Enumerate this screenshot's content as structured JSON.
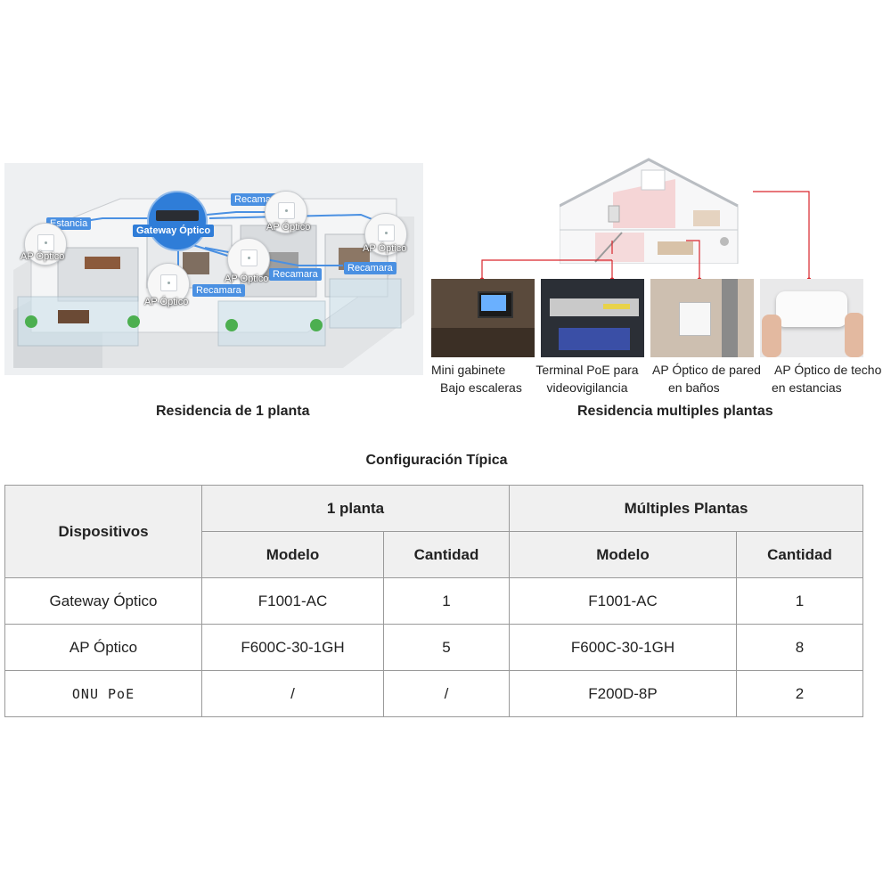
{
  "plan_single": {
    "labels": {
      "estancia": "Estancia",
      "gateway": "Gateway  Óptico",
      "recamara_1": "Recamara",
      "recamara_2": "Recamara",
      "recamara_3": "Recamara",
      "recamara_4": "Recamara",
      "ap_1": "AP Óptico",
      "ap_2": "AP Óptico",
      "ap_3": "AP Óptico",
      "ap_4": "AP Óptico",
      "ap_5": "AP Óptico"
    },
    "title": "Residencia de 1 planta"
  },
  "plan_multi": {
    "captions": [
      {
        "line1": "Mini gabinete",
        "line2": "Bajo escaleras"
      },
      {
        "line1": "Terminal PoE para",
        "line2": "videovigilancia"
      },
      {
        "line1": "AP Óptico de pared",
        "line2": "en baños"
      },
      {
        "line1": "AP Óptico de techo",
        "line2": "en estancias"
      }
    ],
    "title": "Residencia multiples plantas"
  },
  "config": {
    "title": "Configuración Típica",
    "headers": {
      "devices": "Dispositivos",
      "single": "1 planta",
      "multi": "Múltiples Plantas",
      "model": "Modelo",
      "quantity": "Cantidad"
    },
    "rows": [
      {
        "device": "Gateway Óptico",
        "s_model": "F1001-AC",
        "s_qty": "1",
        "m_model": "F1001-AC",
        "m_qty": "1"
      },
      {
        "device": "AP Óptico",
        "s_model": "F600C-30-1GH",
        "s_qty": "5",
        "m_model": "F600C-30-1GH",
        "m_qty": "8"
      },
      {
        "device": "ONU PoE",
        "s_model": "/",
        "s_qty": "/",
        "m_model": "F200D-8P",
        "m_qty": "2"
      }
    ]
  },
  "colors": {
    "accent_blue": "#4a90e2",
    "link_red": "#d9262c",
    "header_gray": "#f0f0f0"
  }
}
